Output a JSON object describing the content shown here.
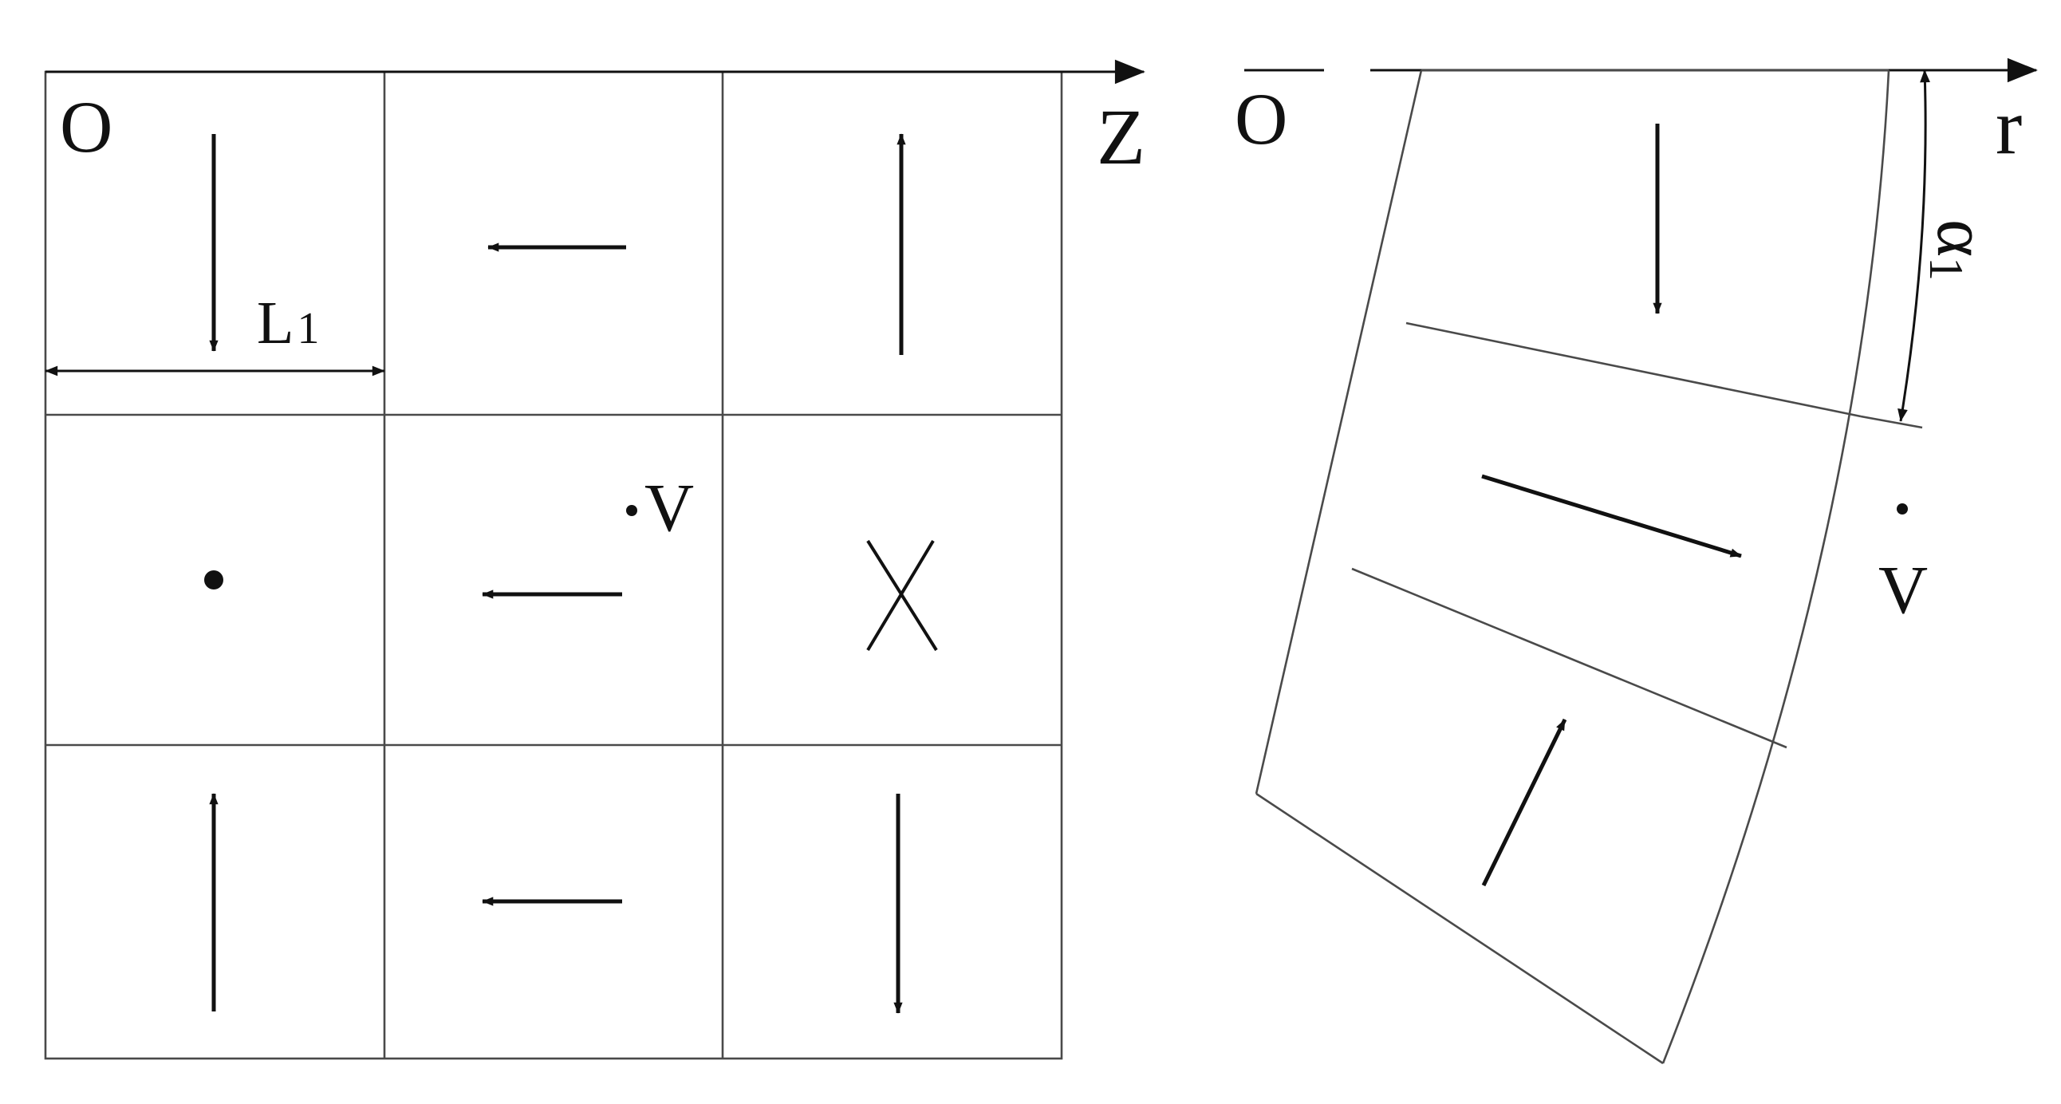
{
  "left_panel": {
    "origin_label": "O",
    "axis_label": "Z",
    "length_label": "L",
    "length_subscript": "1",
    "velocity_label": "V"
  },
  "right_panel": {
    "origin_label": "O",
    "axis_label": "r",
    "angle_label": "α",
    "angle_subscript": "1",
    "velocity_label": "V"
  },
  "colors": {
    "line": "#111111",
    "grid": "#4a4a4a",
    "background": "#ffffff"
  }
}
